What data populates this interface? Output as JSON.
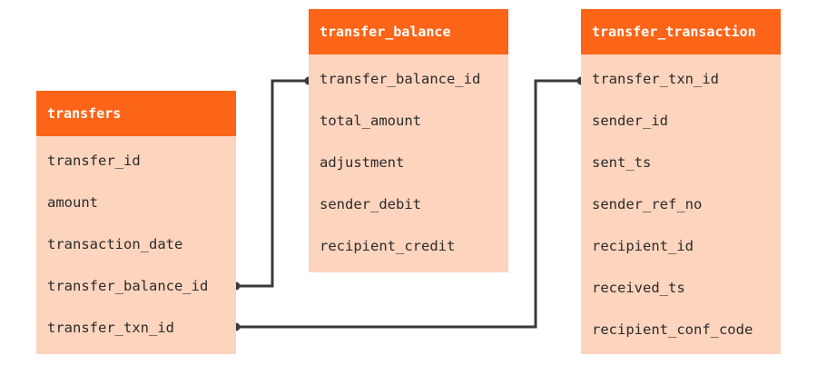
{
  "entities": {
    "transfers": {
      "title": "transfers",
      "fields": [
        "transfer_id",
        "amount",
        "transaction_date",
        "transfer_balance_id",
        "transfer_txn_id"
      ]
    },
    "transfer_balance": {
      "title": "transfer_balance",
      "fields": [
        "transfer_balance_id",
        "total_amount",
        "adjustment",
        "sender_debit",
        "recipient_credit"
      ]
    },
    "transfer_transaction": {
      "title": "transfer_transaction",
      "fields": [
        "transfer_txn_id",
        "sender_id",
        "sent_ts",
        "sender_ref_no",
        "recipient_id",
        "received_ts",
        "recipient_conf_code"
      ]
    }
  },
  "relationships": [
    {
      "from": "transfers.transfer_balance_id",
      "to": "transfer_balance.transfer_balance_id"
    },
    {
      "from": "transfers.transfer_txn_id",
      "to": "transfer_transaction.transfer_txn_id"
    }
  ],
  "colors": {
    "header": "#fc6417",
    "body": "#fdd4bd",
    "connector": "#3a3a3a",
    "header_text": "#ffffff",
    "field_text": "#2b2b2b"
  }
}
